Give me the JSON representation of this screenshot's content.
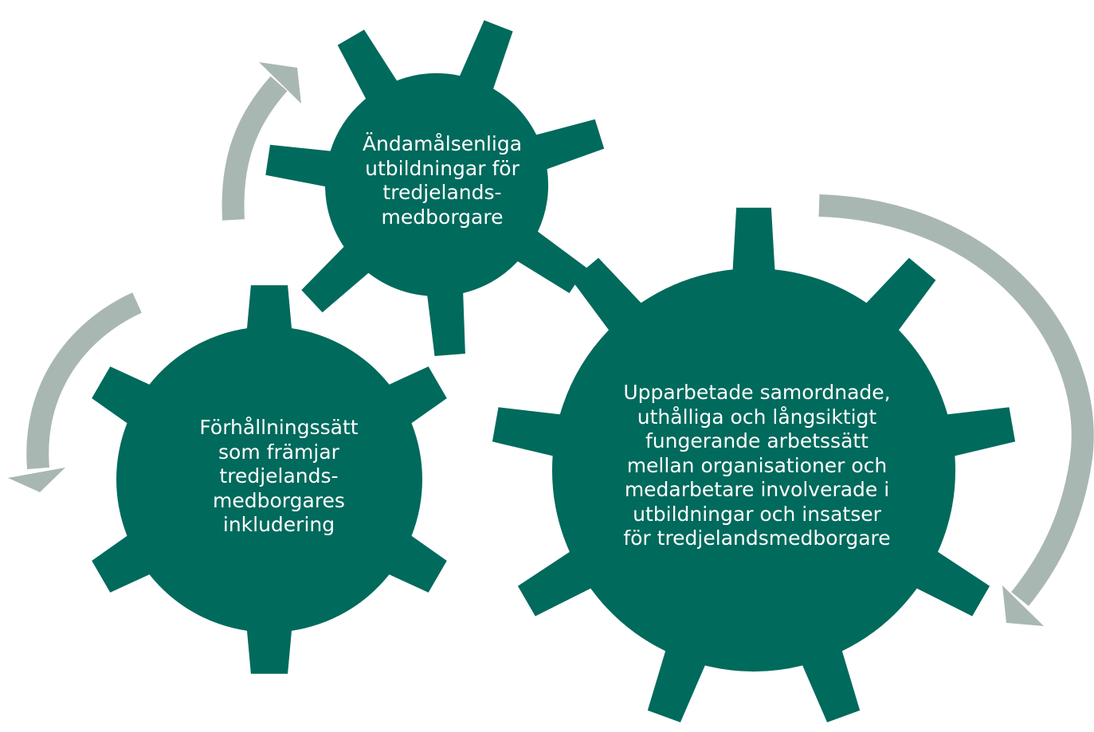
{
  "colors": {
    "gear": "#006a5c",
    "arrow": "#a9b7b2",
    "label_text": "#ffffff"
  },
  "gears": {
    "top": {
      "lines": [
        "Ändamålsenliga",
        "utbildningar för",
        "tredjelands-",
        "medborgare"
      ]
    },
    "left": {
      "lines": [
        "Förhållningssätt",
        "som främjar",
        "tredjelands-",
        "medborgares",
        "inkludering"
      ]
    },
    "right": {
      "lines": [
        "Upparbetade samordnade,",
        "uthålliga och långsiktigt",
        "fungerande arbetssätt",
        "mellan organisationer och",
        "medarbetare involverade i",
        "utbildningar och insatser",
        "för tredjelandsmedborgare"
      ]
    }
  },
  "arrows": [
    {
      "name": "top-left-arrow",
      "direction": "up"
    },
    {
      "name": "left-arrow",
      "direction": "down"
    },
    {
      "name": "right-arrow",
      "direction": "down"
    }
  ]
}
